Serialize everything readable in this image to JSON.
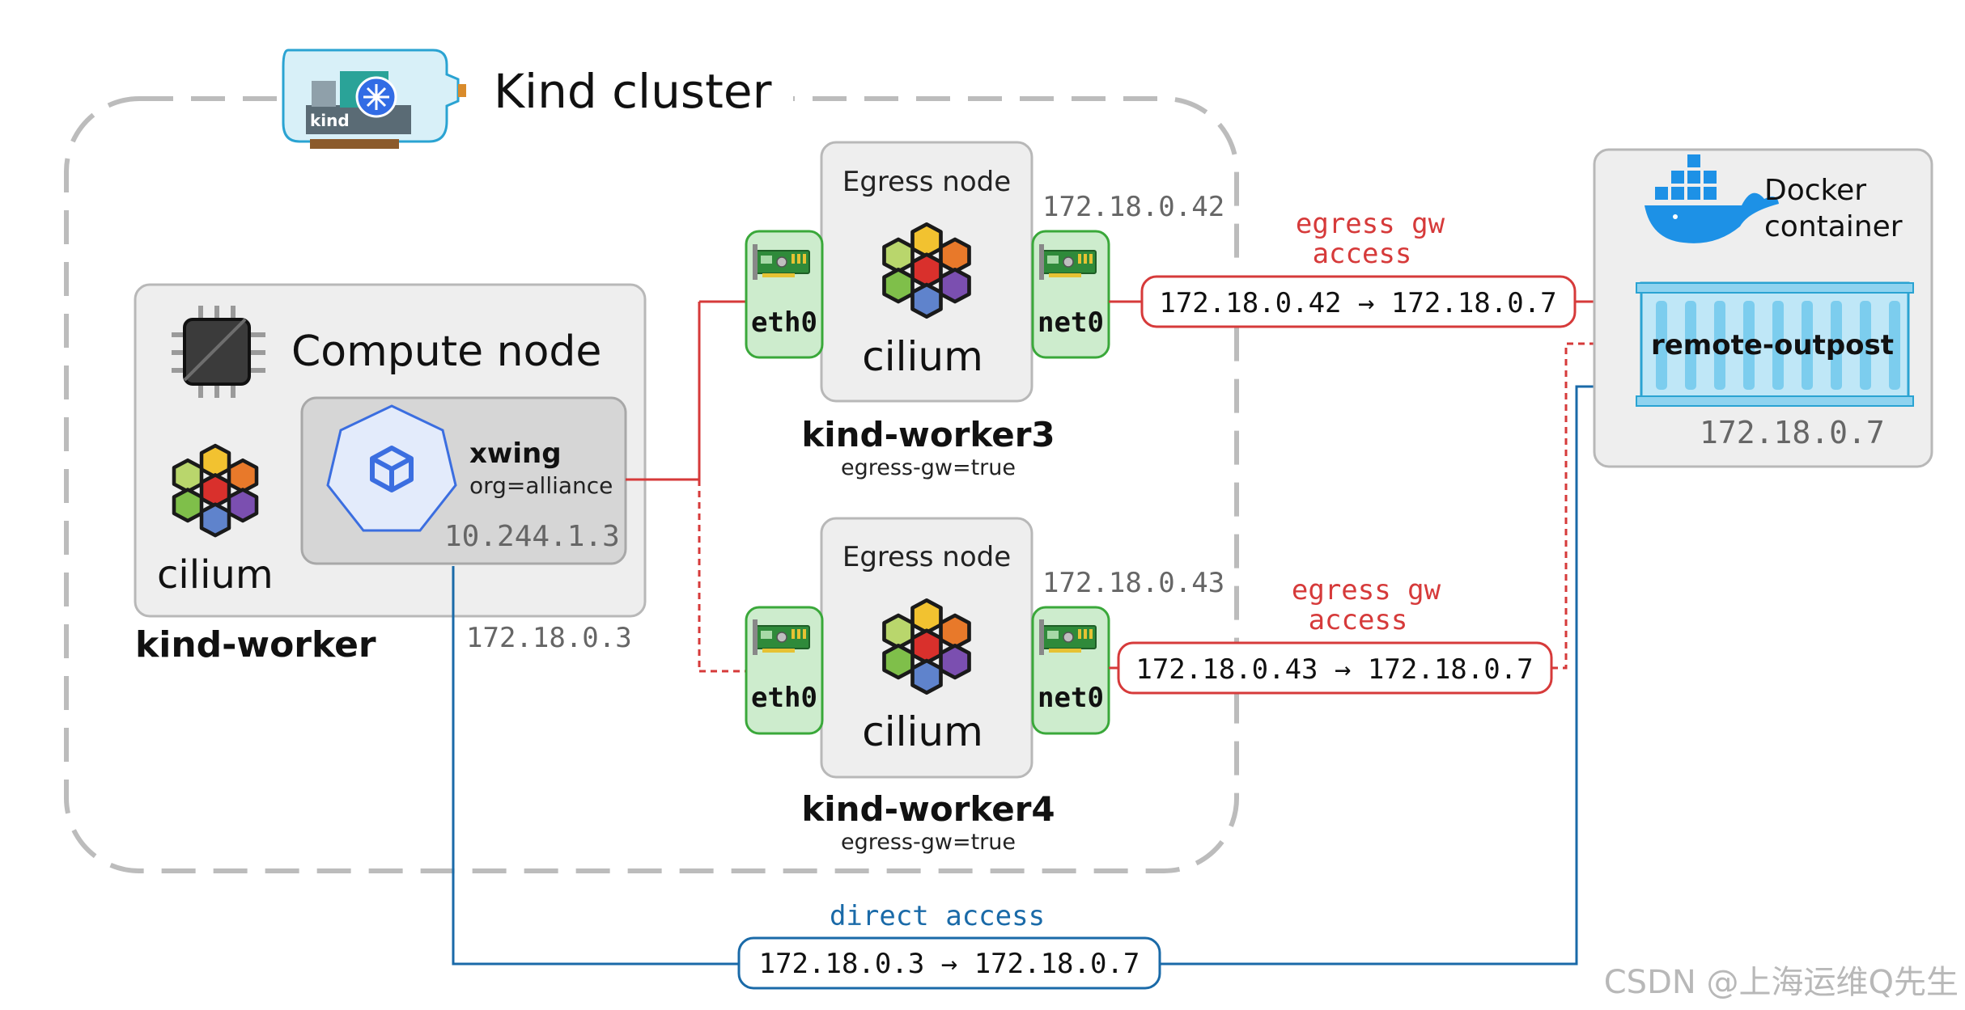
{
  "cluster": {
    "title": "Kind cluster",
    "logo_text": "kind"
  },
  "compute_node": {
    "title": "Compute node",
    "cilium_label": "cilium",
    "name": "kind-worker",
    "ip": "172.18.0.3",
    "pod": {
      "name": "xwing",
      "label": "org=alliance",
      "ip": "10.244.1.3"
    }
  },
  "egress_nodes": [
    {
      "title": "Egress node",
      "cilium_label": "cilium",
      "iface_in": "eth0",
      "iface_out": "net0",
      "ip": "172.18.0.42",
      "name": "kind-worker3",
      "label": "egress-gw=true"
    },
    {
      "title": "Egress node",
      "cilium_label": "cilium",
      "iface_in": "eth0",
      "iface_out": "net0",
      "ip": "172.18.0.43",
      "name": "kind-worker4",
      "label": "egress-gw=true"
    }
  ],
  "flows": [
    {
      "title_line1": "egress gw",
      "title_line2": "access",
      "route": "172.18.0.42 → 172.18.0.7",
      "color": "#d63a3a"
    },
    {
      "title_line1": "egress gw",
      "title_line2": "access",
      "route": "172.18.0.43 → 172.18.0.7",
      "color": "#d63a3a"
    },
    {
      "title_line1": "direct access",
      "route": "172.18.0.3 → 172.18.0.7",
      "color": "#1a6aa8"
    }
  ],
  "docker": {
    "title_line1": "Docker",
    "title_line2": "container",
    "container_name": "remote-outpost",
    "ip": "172.18.0.7"
  },
  "watermark": "CSDN @上海运维Q先生",
  "colors": {
    "red": "#d63a3a",
    "blue": "#1a6aa8",
    "green_fill": "#cdeccd",
    "green_border": "#3aa83a",
    "node_fill": "#eeeeee",
    "node_border": "#b8b8b8"
  }
}
